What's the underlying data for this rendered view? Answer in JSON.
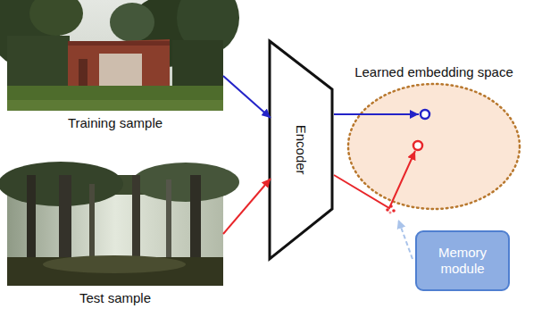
{
  "diagram": {
    "nodes": [
      {
        "text": [
          "Training sample"
        ]
      },
      {
        "text": [
          "Test sample"
        ]
      },
      {
        "text": [
          "Encoder"
        ]
      },
      {
        "text": [
          "Learned embedding space"
        ]
      },
      {
        "text": [
          "Memory module"
        ]
      }
    ],
    "edges": [
      {
        "from": 0,
        "to": 2,
        "arrow": "to"
      },
      {
        "from": 1,
        "to": 2,
        "arrow": "to"
      },
      {
        "from": 2,
        "to": 3,
        "arrow": "to"
      },
      {
        "from": 2,
        "to": 3,
        "arrow": "to"
      }
    ]
  }
}
